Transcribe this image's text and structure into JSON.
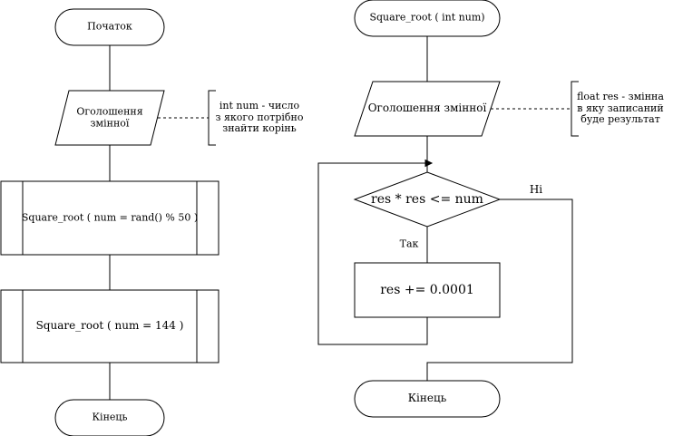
{
  "left_flow": {
    "start": "Початок",
    "declare": "Оголошення змінної",
    "declare_note": [
      "int num - число",
      "з якого потрібно",
      "знайти корінь"
    ],
    "call1": "Square_root ( num = rand() % 50 )",
    "call2": "Square_root ( num = 144 )",
    "end": "Кінець"
  },
  "right_flow": {
    "start": "Square_root ( int num)",
    "declare": "Оголошення змінної",
    "declare_note": [
      "float res - змінна",
      "в яку записаний",
      "буде результат"
    ],
    "condition": "res * res <= num",
    "yes_label": "Так",
    "no_label": "Ні",
    "action": "res += 0.0001",
    "end": "Кінець"
  }
}
